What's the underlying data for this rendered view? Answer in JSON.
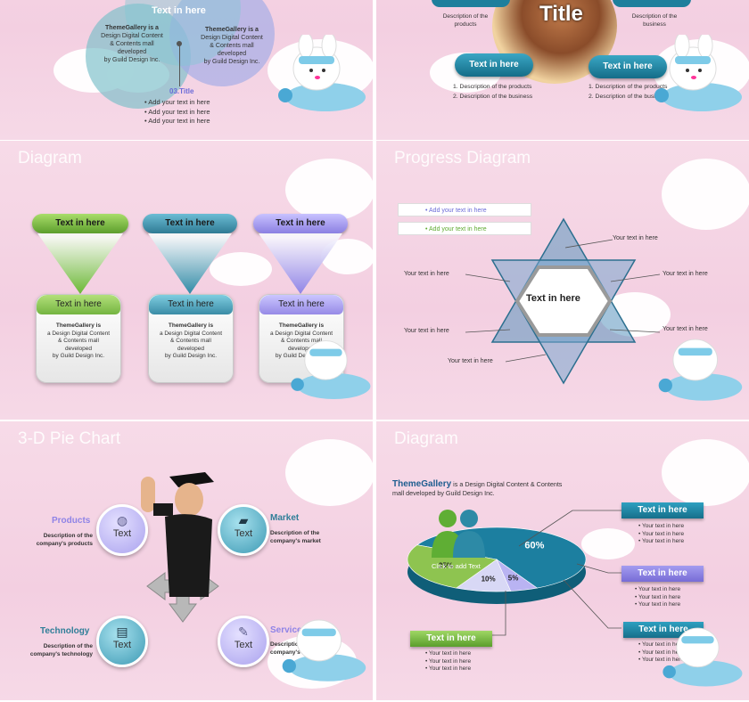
{
  "slide1": {
    "venn_top_label": "Text in here",
    "left_circle_text": [
      "ThemeGallery is a",
      "Design Digital Content",
      "& Contents mall",
      "developed",
      "by Guild Design Inc."
    ],
    "right_circle_text": [
      "ThemeGallery is a",
      "Design Digital Content",
      "& Contents mall",
      "developed",
      "by Guild Design Inc."
    ],
    "callout_title": "03.Title",
    "bullets": [
      "• Add your text in here",
      "• Add your text in here",
      "• Add your text in here"
    ]
  },
  "slide2": {
    "title": "Title",
    "desc_left": [
      "Description of the",
      "products"
    ],
    "desc_right": [
      "Description of the",
      "business"
    ],
    "pill_left": "Text in here",
    "pill_right": "Text in here",
    "list_left": [
      "1. Description of the products",
      "2. Description of the business"
    ],
    "list_right": [
      "1. Description of the products",
      "2. Description of the business"
    ]
  },
  "slide3": {
    "title": "Diagram",
    "heads": [
      "Text in here",
      "Text in here",
      "Text in here"
    ],
    "boxes": [
      {
        "header": "Text in here",
        "body": [
          "ThemeGallery  is",
          "a Design  Digital  Content",
          "& Contents  mall",
          "developed",
          "by Guild  Design  Inc."
        ]
      },
      {
        "header": "Text in here",
        "body": [
          "ThemeGallery  is",
          "a Design  Digital  Content",
          "& Contents  mall",
          "developed",
          "by Guild  Design  Inc."
        ]
      },
      {
        "header": "Text in here",
        "body": [
          "ThemeGallery  is",
          "a Design  Digital  Content",
          "& Contents  mall",
          "developed",
          "by Guild  Design  Inc."
        ]
      }
    ],
    "colors": [
      "#7cc043",
      "#3f8fa8",
      "#9a8fe0"
    ]
  },
  "slide4": {
    "title": "Progress Diagram",
    "inputs": [
      "• Add your text in here",
      "• Add your text in here"
    ],
    "center": "Text in here",
    "labels": [
      "Your text in here",
      "Your text in here",
      "Your text in here",
      "Your text in here",
      "Your text in here",
      "Your text in here"
    ]
  },
  "slide5": {
    "title": "3-D Pie Chart",
    "items": [
      {
        "name": "Products",
        "desc": [
          "Description of the",
          "company's products"
        ],
        "circle": "Text",
        "icon": "globe-icon"
      },
      {
        "name": "Market",
        "desc": [
          "Description of the",
          "company's market"
        ],
        "circle": "Text",
        "icon": "book-icon"
      },
      {
        "name": "Technology",
        "desc": [
          "Description of the",
          "company's technology"
        ],
        "circle": "Text",
        "icon": "printer-icon"
      },
      {
        "name": "Service",
        "desc": [
          "Description of the",
          "company's service"
        ],
        "circle": "Text",
        "icon": "pen-icon"
      }
    ]
  },
  "slide6": {
    "title": "Diagram",
    "brand": "ThemeGallery",
    "intro_rest": " is a Design Digital Content & Contents",
    "intro_line2": "mall developed by Guild Design Inc.",
    "click_label": "Click to add Text",
    "chart_data": {
      "type": "pie",
      "values": [
        60,
        5,
        10,
        25
      ],
      "labels": [
        "60%",
        "5%",
        "10%",
        "25%"
      ],
      "colors": [
        "#1c7fa0",
        "#b9b3f2",
        "#d8d8f5",
        "#8ec450"
      ]
    },
    "callouts": [
      {
        "head": "Text in here",
        "lines": [
          "• Your text in here",
          "• Your text in here",
          "• Your text in here"
        ],
        "color": "#1f88a8"
      },
      {
        "head": "Text in here",
        "lines": [
          "• Your text in here",
          "• Your text in here",
          "• Your text in here"
        ],
        "color": "#8a84e0"
      },
      {
        "head": "Text in here",
        "lines": [
          "• Your text in here",
          "• Your text in here",
          "• Your text in here"
        ],
        "color": "#1f88a8"
      },
      {
        "head": "Text in here",
        "lines": [
          "• Your text in here",
          "• Your text in here",
          "• Your text in here"
        ],
        "color": "#7cbf48"
      }
    ]
  }
}
